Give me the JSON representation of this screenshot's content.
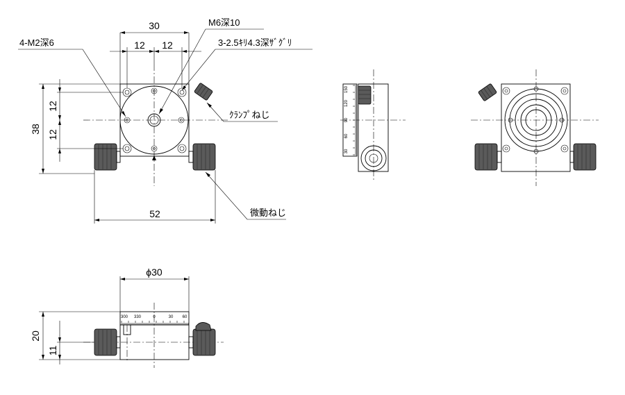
{
  "dimensions": {
    "top_width": "30",
    "hole_spacing_left": "12",
    "hole_spacing_right": "12",
    "vertical_upper": "12",
    "vertical_lower": "12",
    "overall_height": "38",
    "overall_width": "52",
    "diameter": "ϕ30",
    "side_height": "20",
    "side_center_height": "11"
  },
  "callouts": {
    "m2_tap": "4-M2深6",
    "m6_tap": "M6深10",
    "counterbore": "3-2.5ｷﾘ4.3深ｻﾞｸﾞﾘ",
    "clamp_screw": "ｸﾗﾝﾌﾟねじ",
    "fine_screw": "微動ねじ"
  },
  "scales": {
    "side_vertical": [
      "150",
      "120",
      "90",
      "60",
      "30"
    ],
    "front_horizontal": [
      "300",
      "330",
      "0",
      "30",
      "60"
    ]
  }
}
